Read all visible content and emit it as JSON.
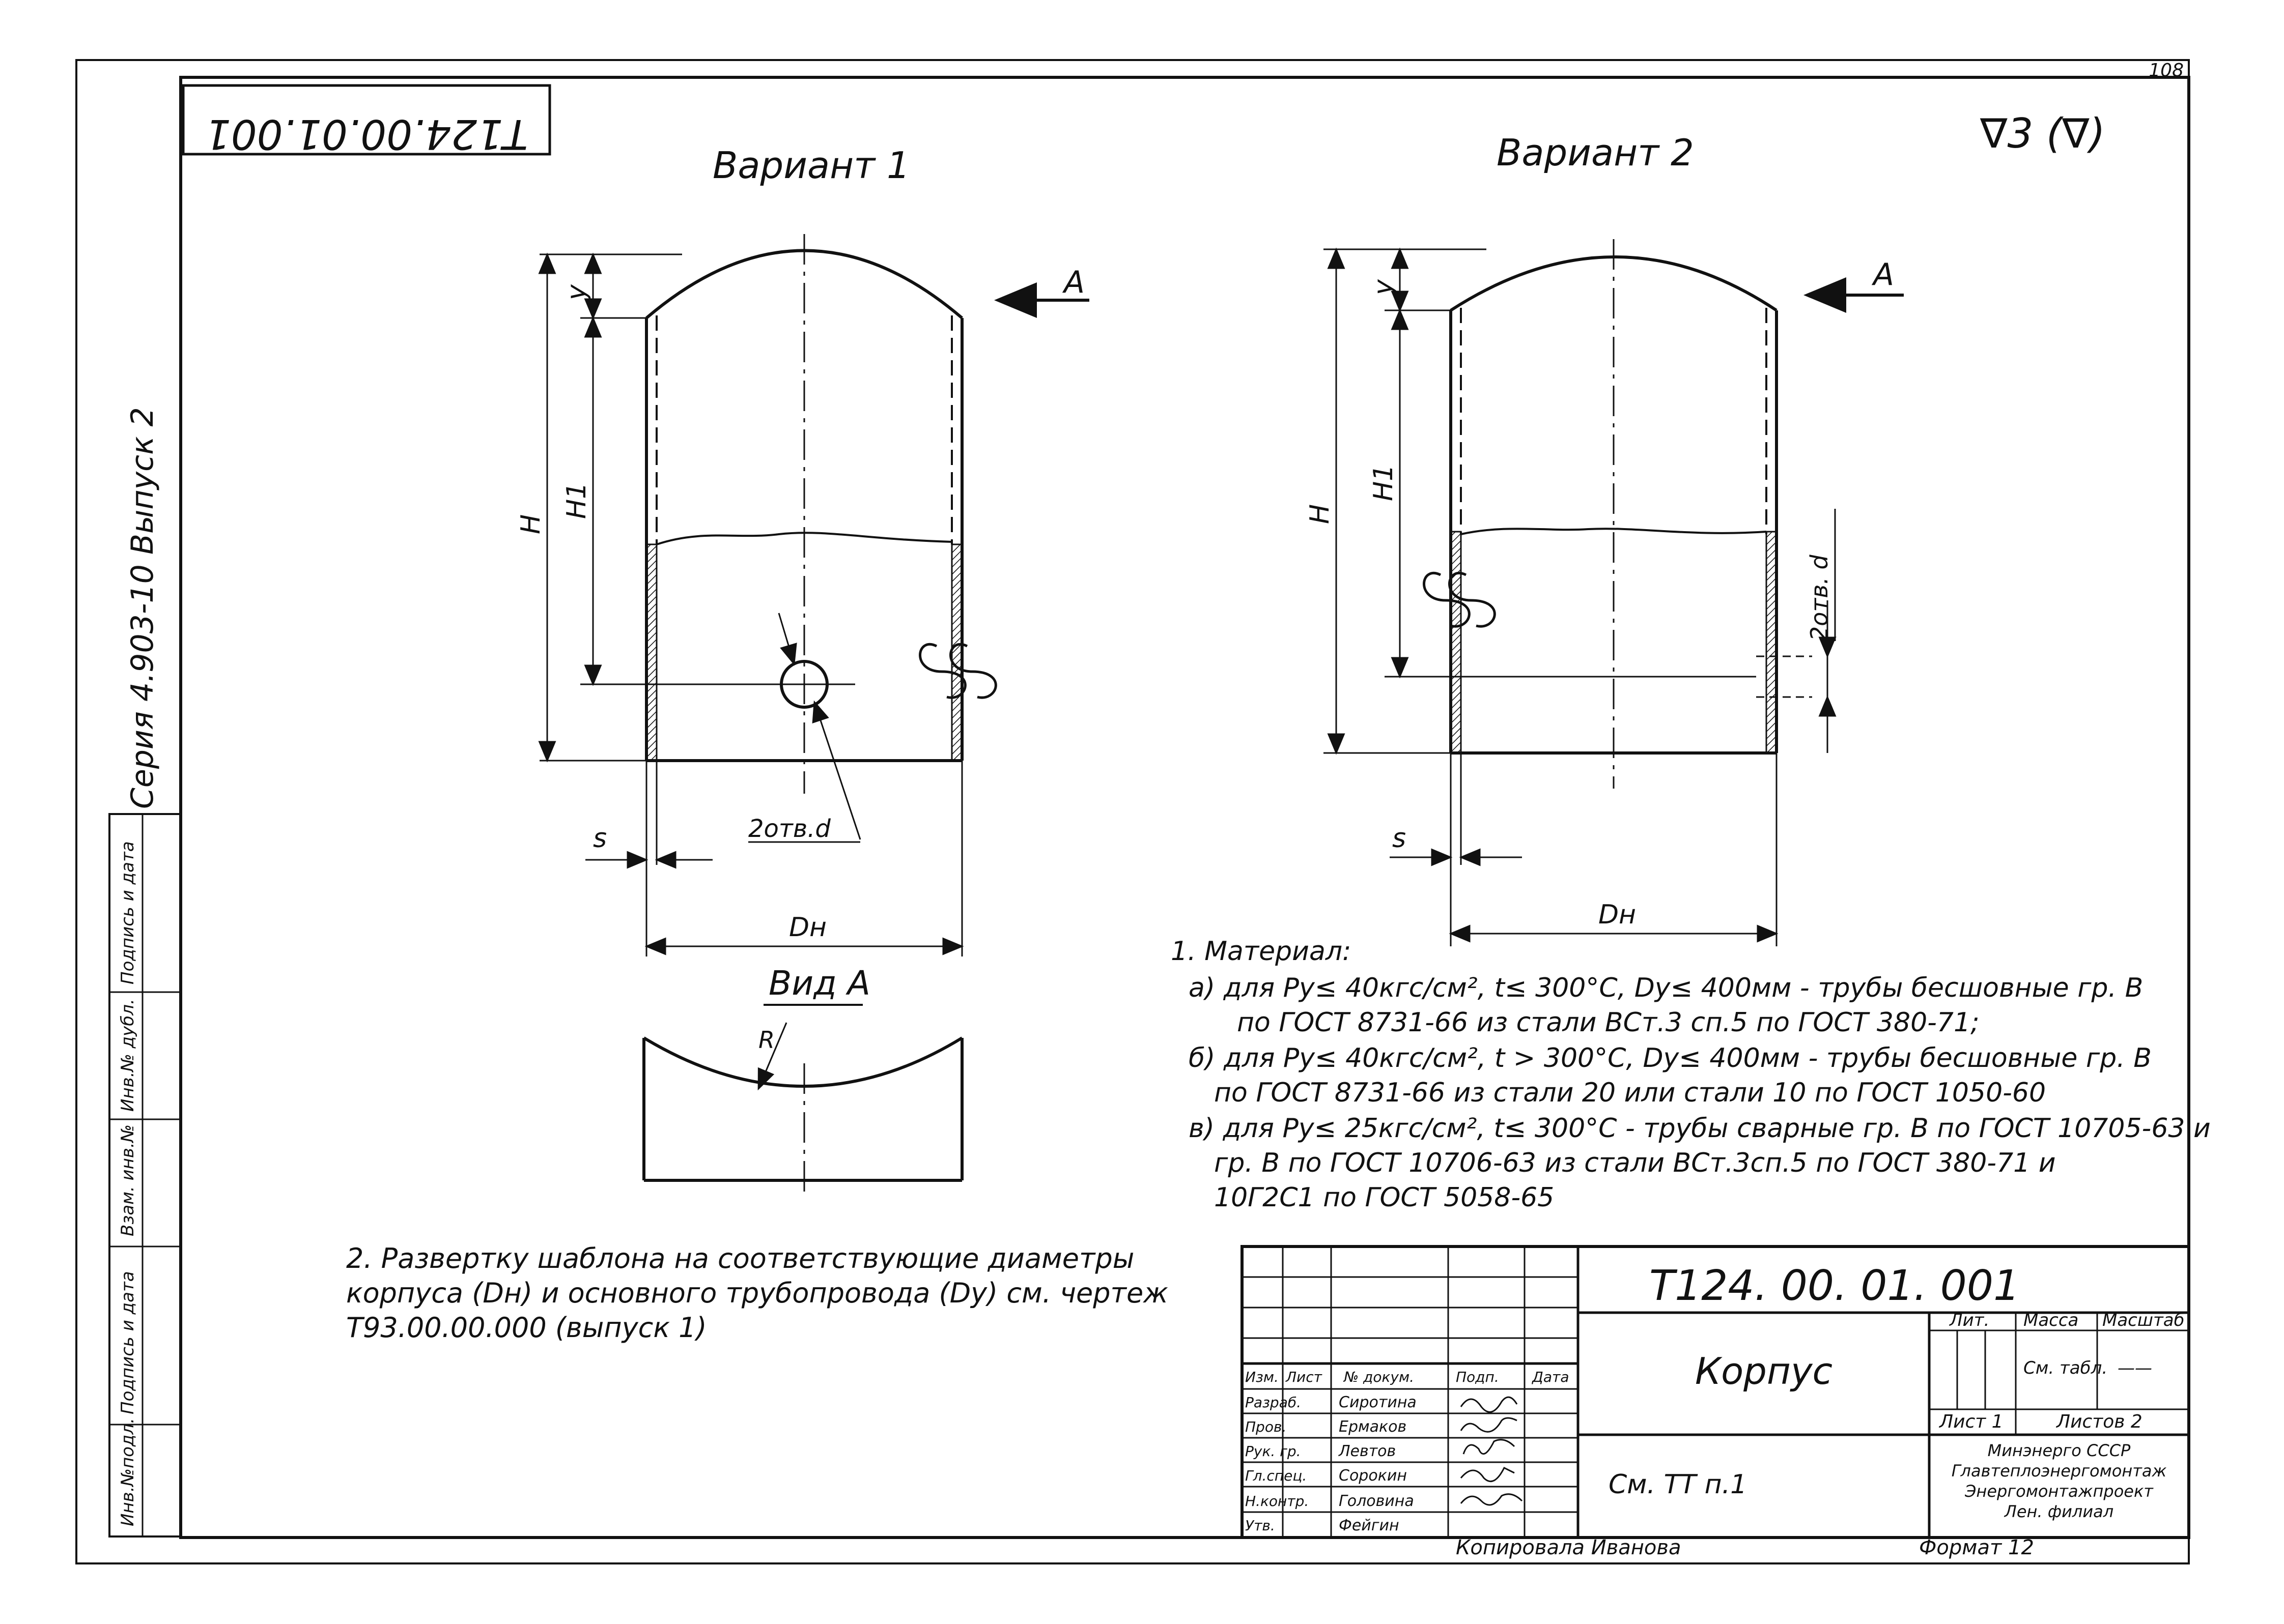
{
  "sheet": {
    "page_number": "108",
    "surface_finish": "∇3 (∇)",
    "stamp_code_mirrored": "Т124.00.01.001",
    "series_label": "Серия 4.903-10 Выпуск 2"
  },
  "variants": {
    "v1_title": "Вариант 1",
    "v2_title": "Вариант 2",
    "view_arrow_label": "А",
    "view_a_title": "Вид А",
    "dim_H": "H",
    "dim_H1": "H1",
    "dim_y": "y",
    "dim_s": "s",
    "dim_Dn": "Dн",
    "dim_R": "R",
    "hole_label": "2отв.d",
    "hole_label_v2": "2отв. d"
  },
  "notes": {
    "material": [
      "1. Материал:",
      "а) для Py≤ 40кгс/см², t≤ 300°С, Dy≤ 400мм - трубы бесшовные гр. В",
      "по ГОСТ 8731-66  из стали ВСт.3 сп.5 по ГОСТ 380-71;",
      "б) для Py≤ 40кгс/см², t > 300°С, Dy≤ 400мм - трубы бесшовные гр. В",
      "по ГОСТ 8731-66 из стали 20 или стали 10 по ГОСТ 1050-60",
      "в) для Py≤ 25кгс/см², t≤ 300°С - трубы сварные гр. В по ГОСТ 10705-63 и",
      "гр. В по ГОСТ 10706-63 из стали ВСт.3сп.5 по ГОСТ 380-71 и",
      "10Г2С1 по ГОСТ 5058-65"
    ],
    "template": [
      "2. Развертку шаблона на соответствующие диаметры",
      "корпуса (Dн) и основного трубопровода (Dy) см. чертеж",
      "Т93.00.00.000 (выпуск 1)"
    ]
  },
  "side_stamp": {
    "columns": [
      "Инв.№подл.",
      "Подпись и дата",
      "Взам. инв.№",
      "Инв.№ дубл.",
      "Подпись и дата"
    ]
  },
  "title_block": {
    "doc_code": "Т124. 00. 01. 001",
    "part_name": "Корпус",
    "reference": "См. ТТ п.1",
    "hdr_lit": "Лит.",
    "hdr_mass": "Масса",
    "hdr_scale": "Масштаб",
    "mass_value": "См. табл.",
    "scale_value": "——",
    "sheet_label": "Лист 1",
    "sheets_label": "Листов 2",
    "org": [
      "Минэнерго СССР",
      "Главтеплоэнергомонтаж",
      "Энергомонтажпроект",
      "Лен. филиал"
    ],
    "col_headers": [
      "Изм.",
      "Лист",
      "№ докум.",
      "Подп.",
      "Дата"
    ],
    "roles": [
      {
        "role": "Разраб.",
        "name": "Сиротина"
      },
      {
        "role": "Пров.",
        "name": "Ермаков"
      },
      {
        "role": "Рук. гр.",
        "name": "Левтов"
      },
      {
        "role": "Гл.спец.",
        "name": "Сорокин"
      },
      {
        "role": "Н.контр.",
        "name": "Головина"
      },
      {
        "role": "Утв.",
        "name": "Фейгин"
      }
    ],
    "copied_by": "Копировала  Иванова",
    "format": "Формат 12"
  }
}
